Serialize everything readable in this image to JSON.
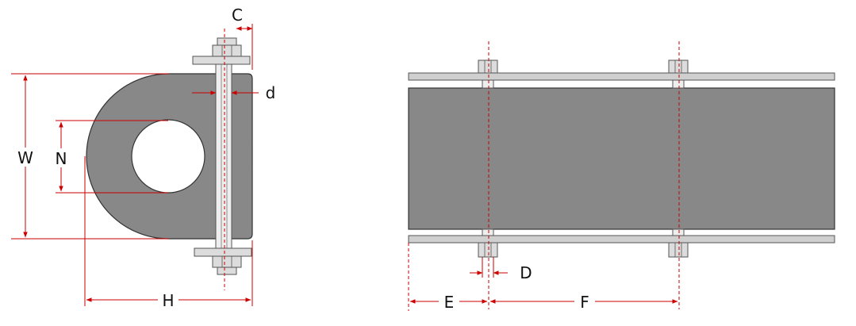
{
  "dimension_labels": {
    "C": "C",
    "d": "d",
    "W": "W",
    "N": "N",
    "H": "H",
    "D": "D",
    "E": "E",
    "F": "F"
  },
  "colors": {
    "part_fill": "#888888",
    "part_stroke": "#333333",
    "hardware_fill": "#dcdcdc",
    "hardware_stroke": "#555555",
    "dimension_line": "#cc0000",
    "background": "#ffffff"
  }
}
